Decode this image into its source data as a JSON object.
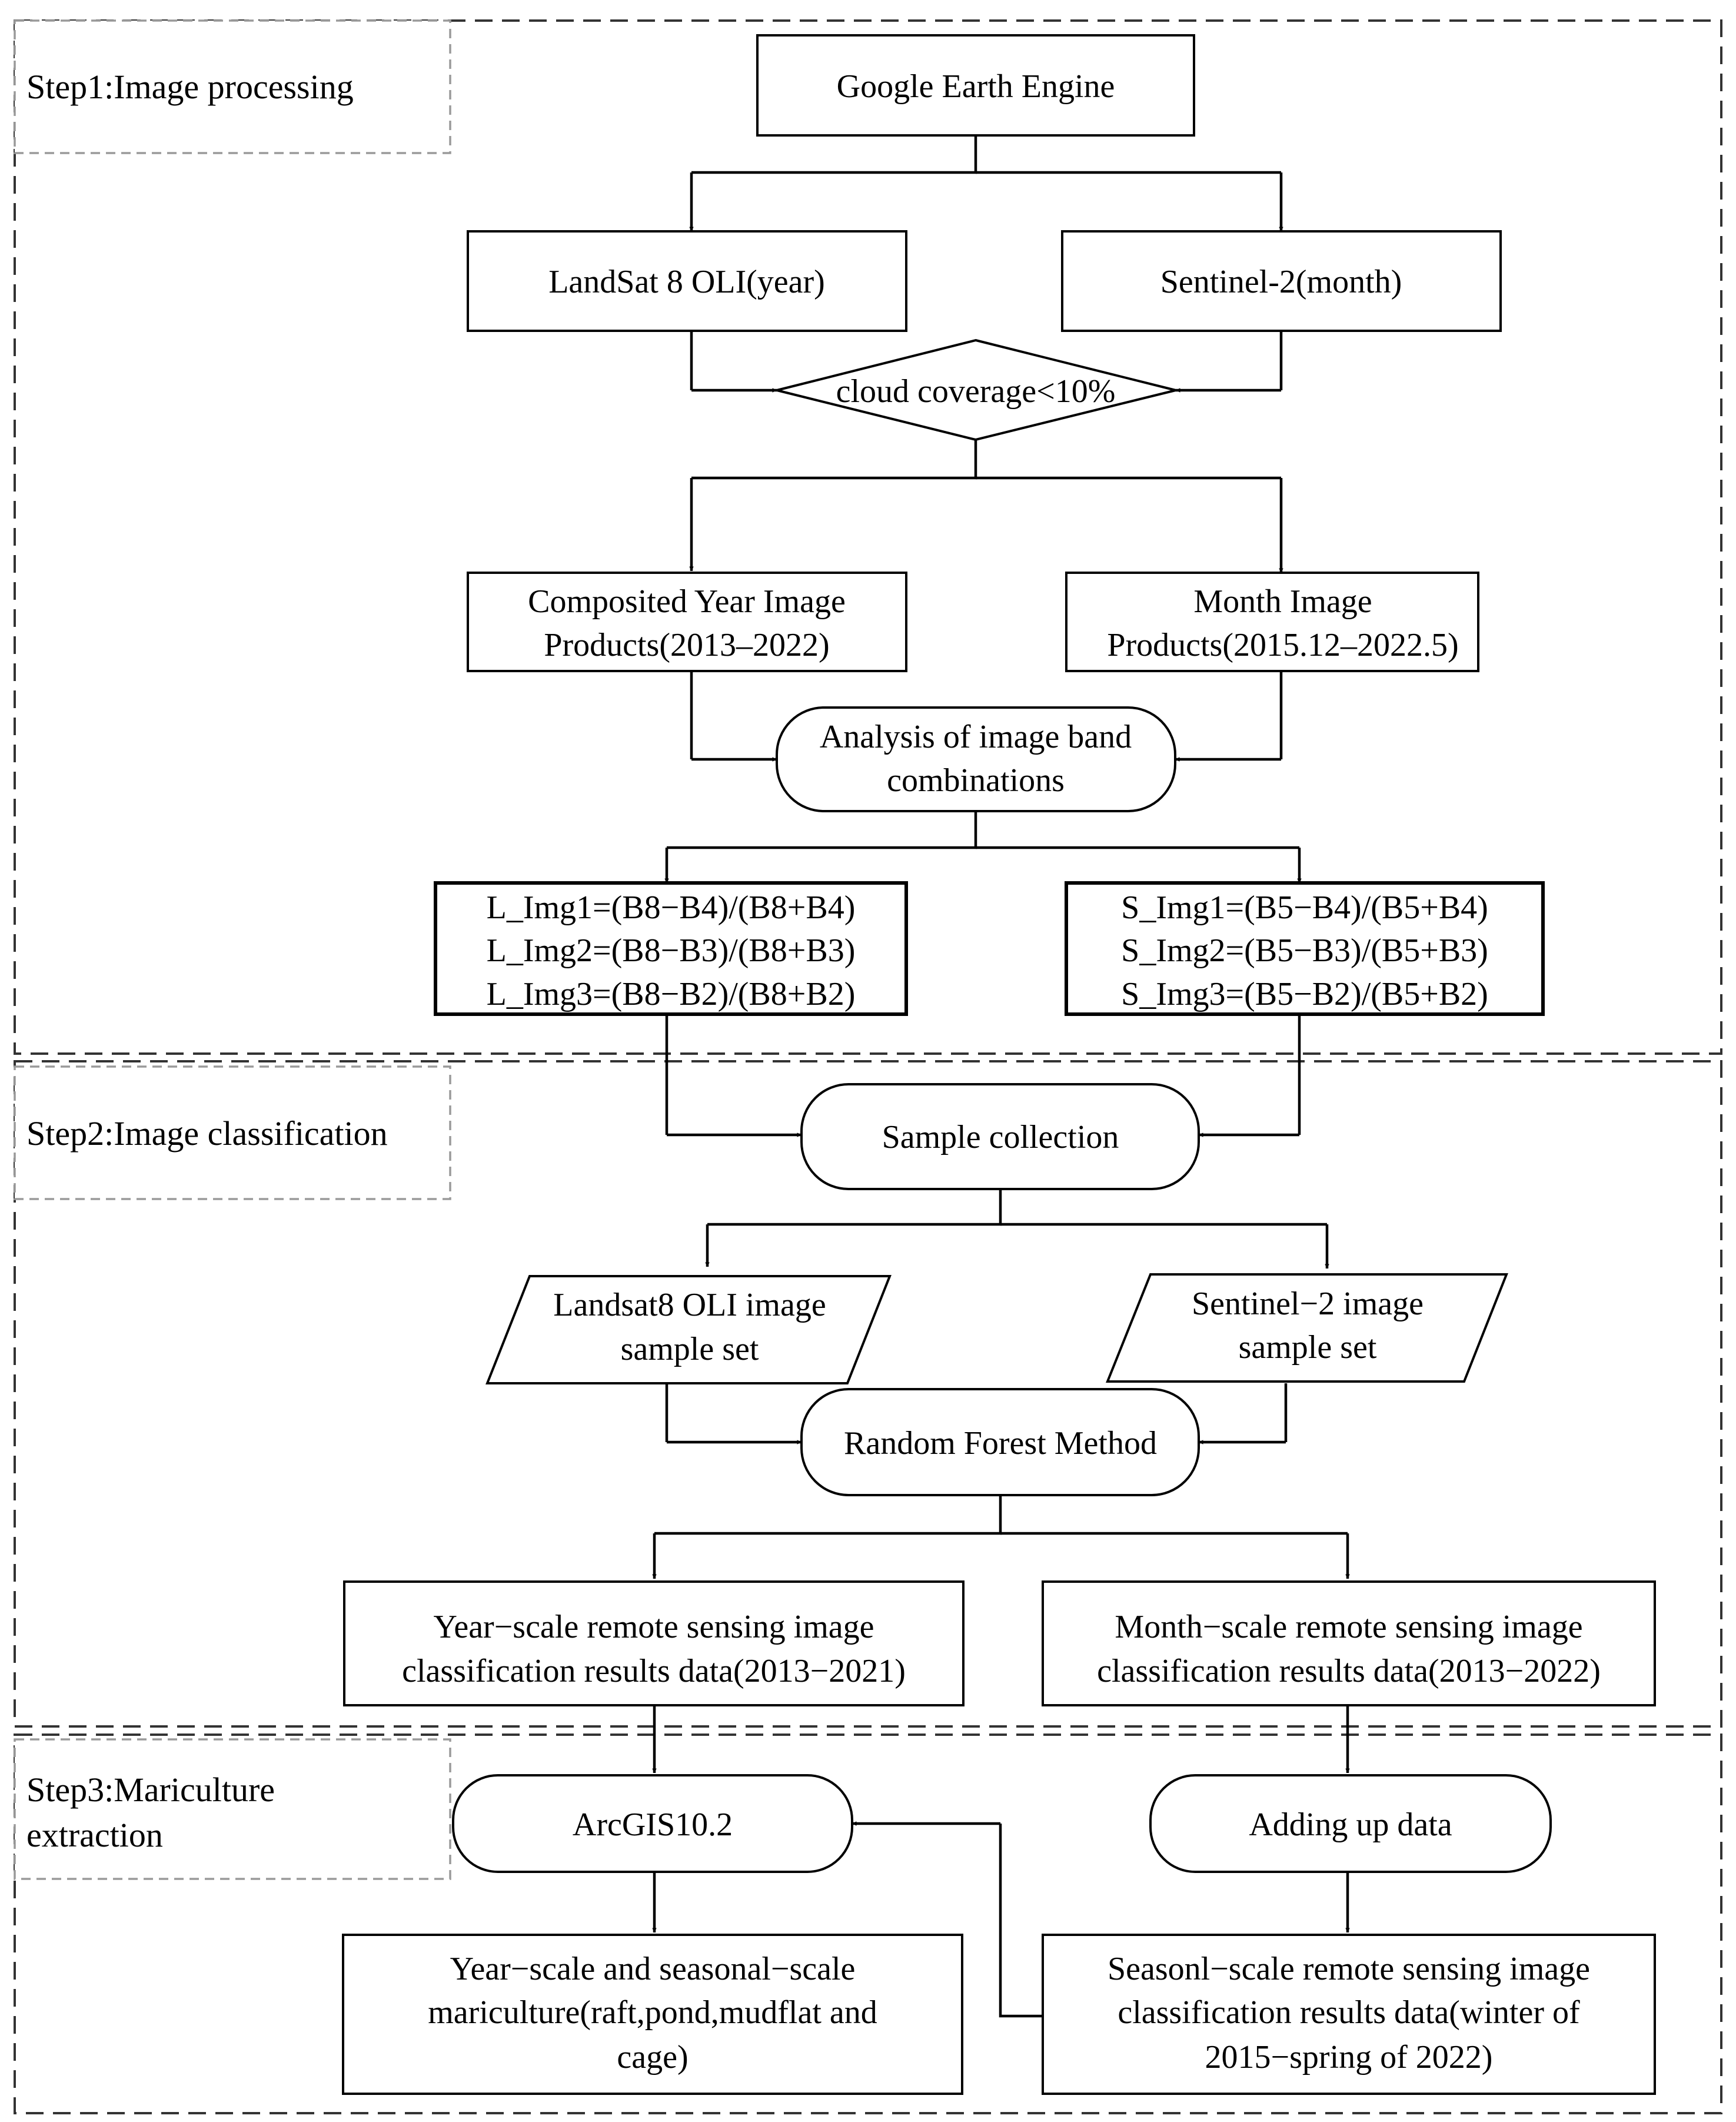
{
  "steps": {
    "step1": "Step1:Image  processing",
    "step2": "Step2:Image classification",
    "step3_line1": "Step3:Mariculture",
    "step3_line2": "extraction"
  },
  "nodes": {
    "gee": "Google Earth Engine",
    "landsat": "LandSat 8 OLI(year)",
    "sentinel": "Sentinel-2(month)",
    "cloud": "cloud coverage<10%",
    "composited_line1": "Composited Year Image",
    "composited_line2": "Products(2013–2022)",
    "month_line1": "Month Image",
    "month_line2": "Products(2015.12–2022.5)",
    "analysis_line1": "Analysis of image band",
    "analysis_line2": "combinations",
    "limg": [
      "L_Img1=(B8−B4)/(B8+B4)",
      "L_Img2=(B8−B3)/(B8+B3)",
      "L_Img3=(B8−B2)/(B8+B2)"
    ],
    "simg": [
      "S_Img1=(B5−B4)/(B5+B4)",
      "S_Img2=(B5−B3)/(B5+B3)",
      "S_Img3=(B5−B2)/(B5+B2)"
    ],
    "sample": "Sample collection",
    "landsat_set_line1": "Landsat8 OLI  image",
    "landsat_set_line2": "sample set",
    "sentinel_set_line1": "Sentinel−2  image",
    "sentinel_set_line2": "sample set",
    "rf": "Random Forest Method",
    "year_result_line1": "Year−scale remote sensing image",
    "year_result_line2": "classification results data(2013−2021)",
    "month_result_line1": "Month−scale remote sensing image",
    "month_result_line2": "classification results data(2013−2022)",
    "arcgis": "ArcGIS10.2",
    "adding": "Adding up data",
    "final_line1": "Year−scale and seasonal−scale",
    "final_line2": "mariculture(raft,pond,mudflat    and",
    "final_line3": "cage)",
    "season_line1": "Seasonl−scale remote sensing image",
    "season_line2": "classification results data(winter of",
    "season_line3": "2015−spring of 2022)"
  }
}
